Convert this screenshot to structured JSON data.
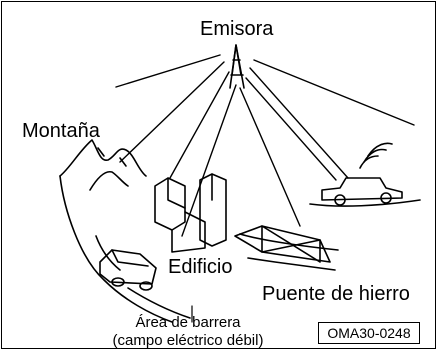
{
  "labels": {
    "station": "Emisora",
    "mountain": "Montaña",
    "building": "Edificio",
    "bridge": "Puente de hierro",
    "barrier_line1": "Área de barrera",
    "barrier_line2": "(campo eléctrico débil)"
  },
  "figure_code": "OMA30-0248",
  "icons": [
    "antenna-tower-icon",
    "mountain-icon",
    "buildings-icon",
    "iron-bridge-icon",
    "car-icon",
    "radio-waves-icon"
  ],
  "colors": {
    "line": "#000000",
    "background": "#ffffff"
  }
}
